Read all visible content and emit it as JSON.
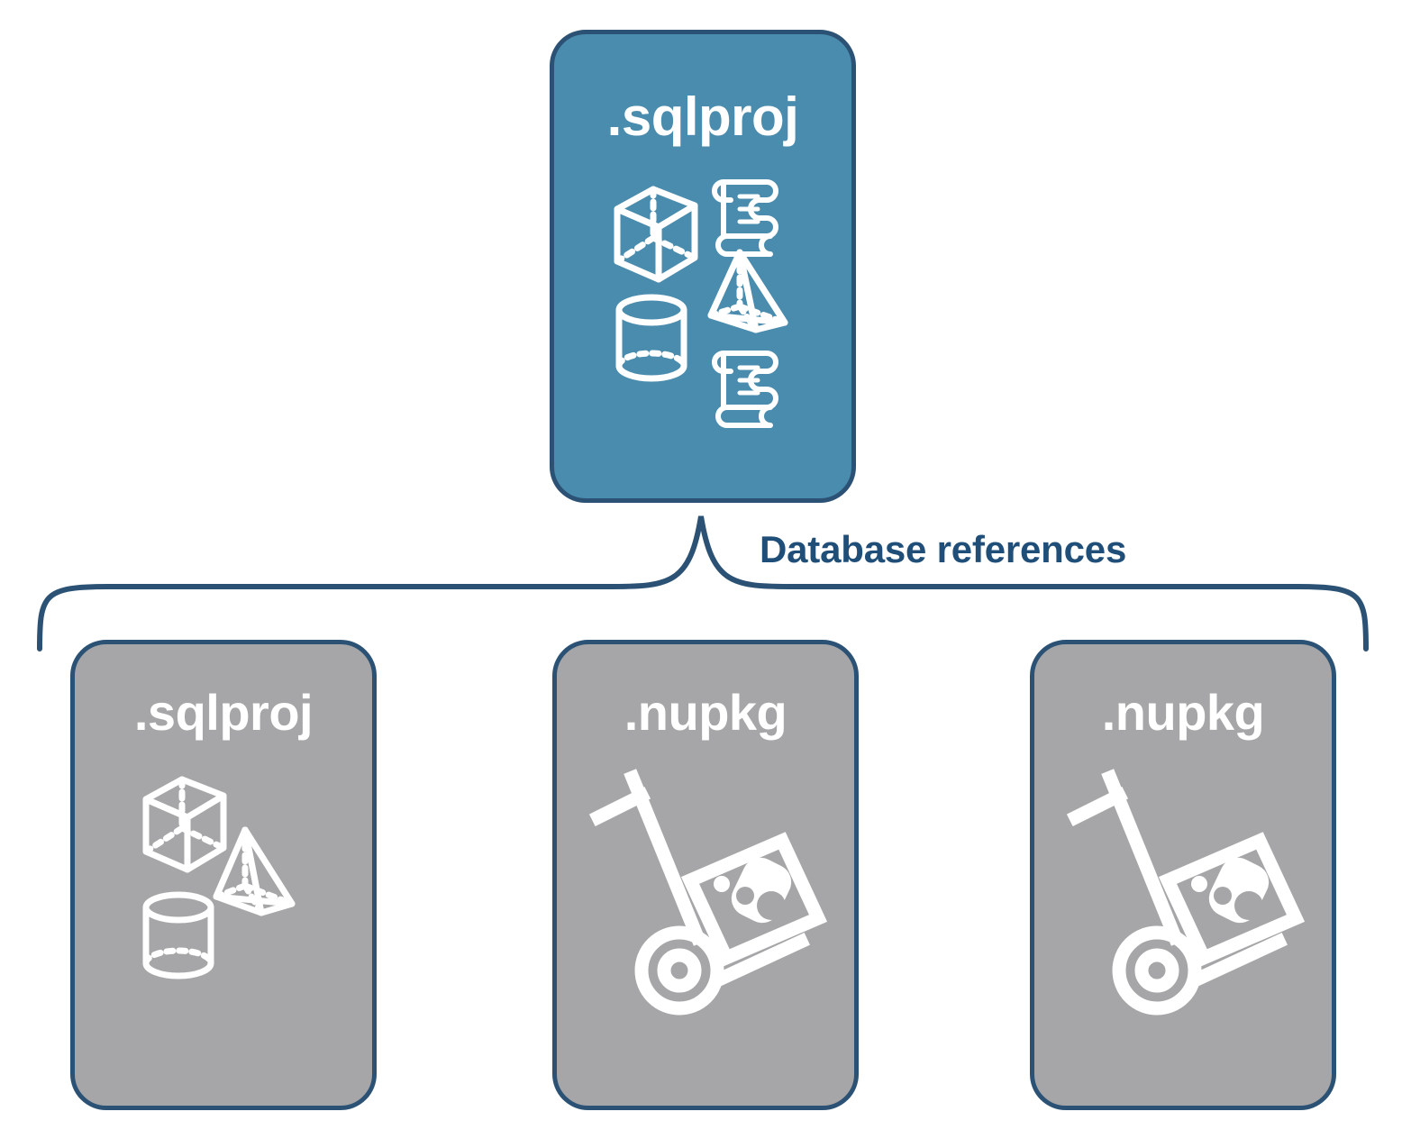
{
  "diagram": {
    "title": "Database references",
    "colors": {
      "teal_fill": "#4a8cae",
      "gray_fill": "#a6a6a8",
      "outline": "#2b5274",
      "label_text": "#1f4e79",
      "card_text": "#ffffff",
      "background": "#ffffff"
    },
    "connector": {
      "label": "Database references",
      "style": "curly-brace"
    },
    "parent": {
      "label": ".sqlproj",
      "fill": "teal",
      "icons": [
        "cube-icon",
        "scroll-icon",
        "pyramid-icon",
        "cylinder-icon",
        "scroll-icon"
      ]
    },
    "children": [
      {
        "label": ".sqlproj",
        "fill": "gray",
        "icons": [
          "cube-icon",
          "pyramid-icon",
          "cylinder-icon"
        ]
      },
      {
        "label": ".nupkg",
        "fill": "gray",
        "icons": [
          "hand-truck-package-icon"
        ]
      },
      {
        "label": ".nupkg",
        "fill": "gray",
        "icons": [
          "hand-truck-package-icon"
        ]
      }
    ]
  }
}
